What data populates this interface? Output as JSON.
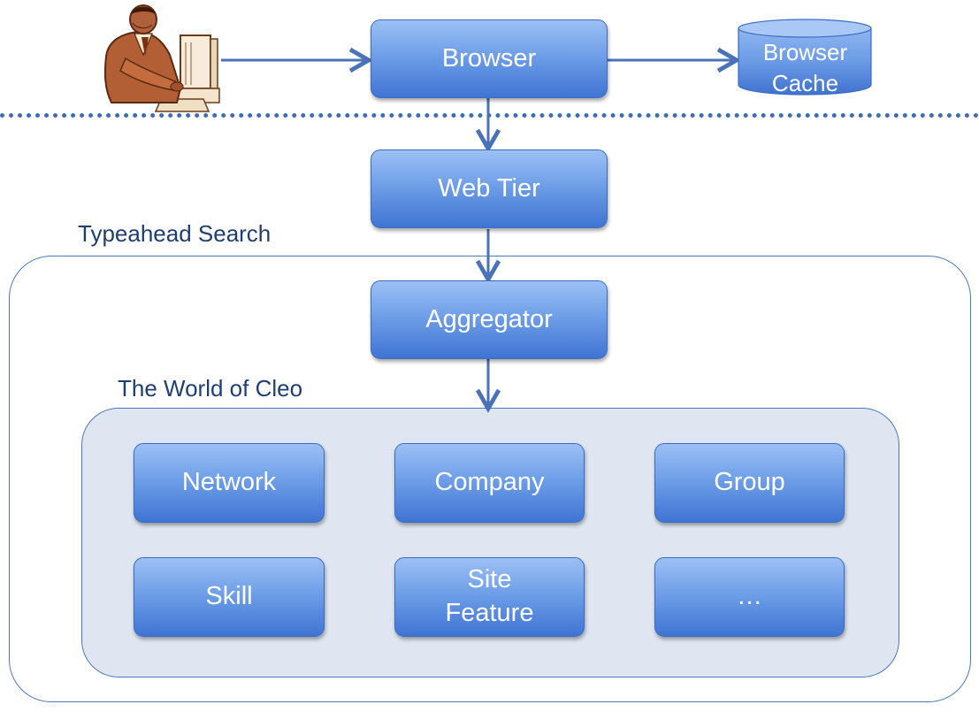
{
  "user": {
    "icon": "user-at-computer-icon"
  },
  "browser": {
    "label": "Browser"
  },
  "browser_cache": {
    "line1": "Browser",
    "line2": "Cache"
  },
  "web_tier": {
    "label": "Web Tier"
  },
  "typeahead": {
    "title": "Typeahead Search"
  },
  "aggregator": {
    "label": "Aggregator"
  },
  "cleo": {
    "title": "The World of Cleo",
    "nodes": [
      {
        "line1": "Network",
        "line2": ""
      },
      {
        "line1": "Company",
        "line2": ""
      },
      {
        "line1": "Group",
        "line2": ""
      },
      {
        "line1": "Skill",
        "line2": ""
      },
      {
        "line1": "Site",
        "line2": "Feature"
      },
      {
        "line1": "…",
        "line2": ""
      }
    ]
  },
  "colors": {
    "box": "#5a8ee0",
    "border": "#4a78c0",
    "arrow": "#4a72b8",
    "label": "#1f3f73",
    "inner_fill": "#dfe6f1"
  }
}
